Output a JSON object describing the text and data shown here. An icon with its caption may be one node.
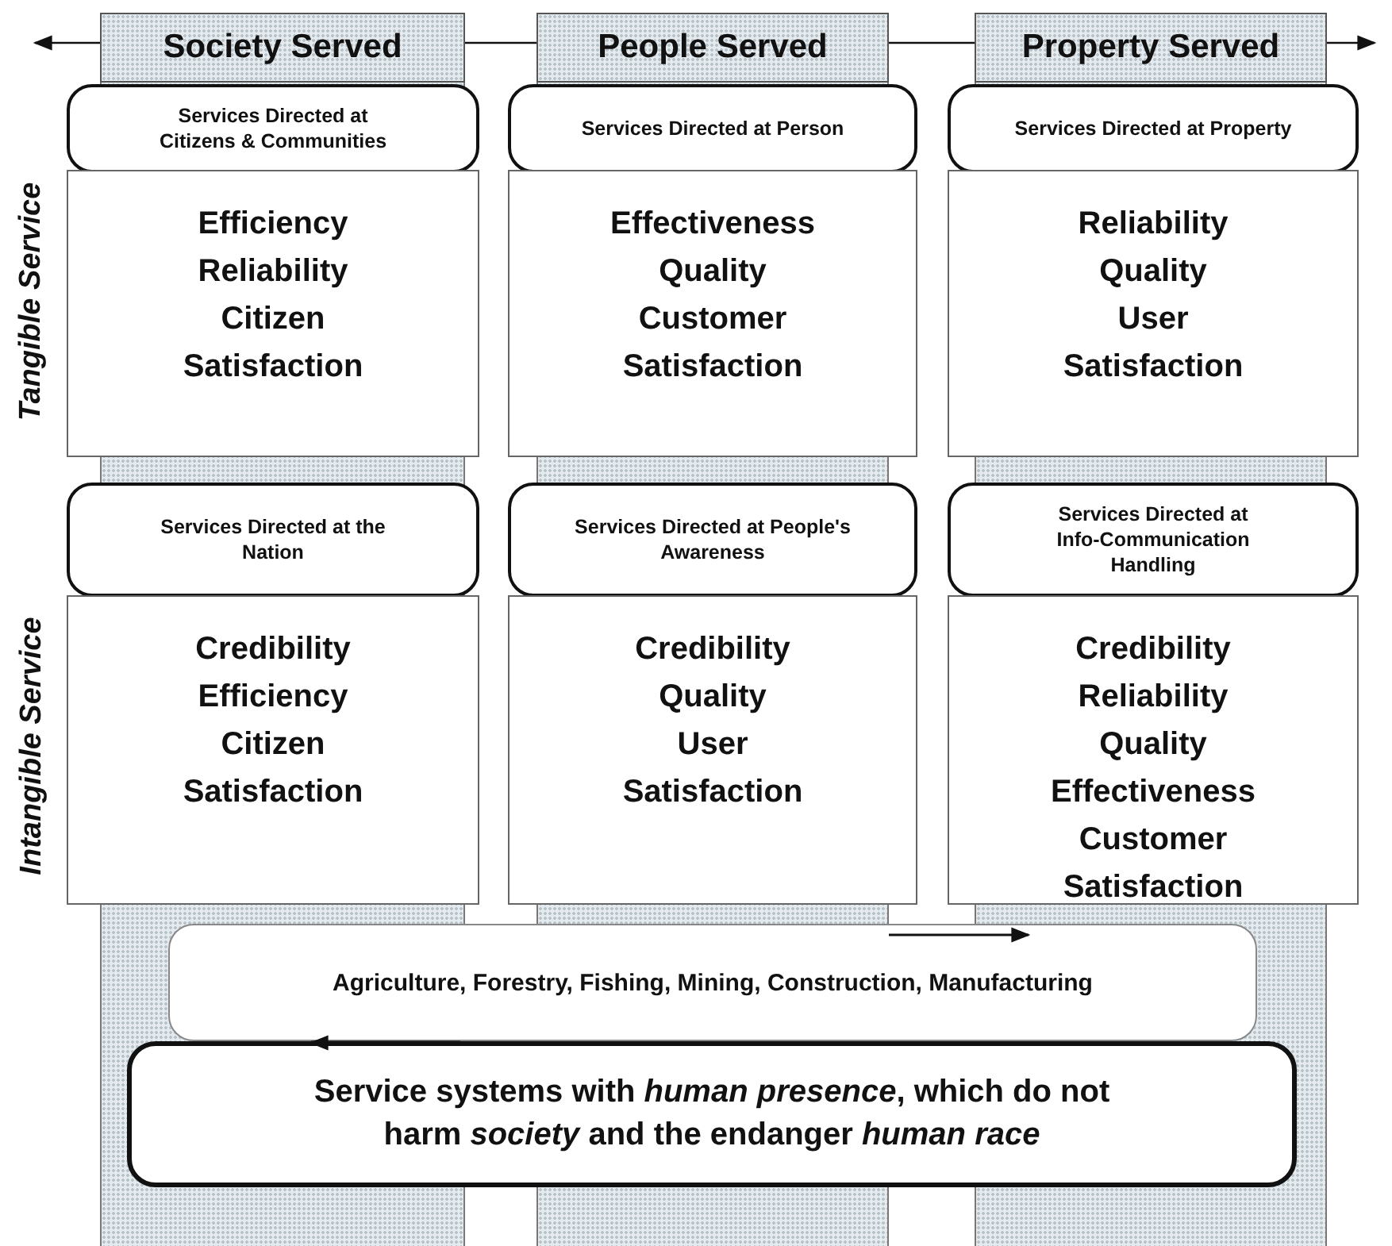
{
  "diagram": {
    "nodes": [
      {
        "text": [
          "Society Served"
        ]
      },
      {
        "text": [
          "People Served"
        ]
      },
      {
        "text": [
          "Property Served"
        ]
      },
      {
        "text": [
          "Services Directed at Citizens & Communities"
        ]
      },
      {
        "text": [
          "Efficiency",
          "Reliability",
          "Citizen",
          "Satisfaction"
        ]
      },
      {
        "text": [
          "Services Directed at Person"
        ]
      },
      {
        "text": [
          "Effectiveness",
          "Quality",
          "Customer",
          "Satisfaction"
        ]
      },
      {
        "text": [
          "Services Directed at Property"
        ]
      },
      {
        "text": [
          "Reliability",
          "Quality",
          "User",
          "Satisfaction"
        ]
      },
      {
        "text": [
          "Services Directed at the Nation"
        ]
      },
      {
        "text": [
          "Credibility",
          "Efficiency",
          "Citizen",
          "Satisfaction"
        ]
      },
      {
        "text": [
          "Services Directed at People's Awareness"
        ]
      },
      {
        "text": [
          "Credibility",
          "Quality",
          "User",
          "Satisfaction"
        ]
      },
      {
        "text": [
          "Services Directed at Info-Communication Handling"
        ]
      },
      {
        "text": [
          "Credibility",
          "Reliability",
          "Quality",
          "Effectiveness",
          "Customer",
          "Satisfaction"
        ]
      },
      {
        "text": [
          "Agriculture, Forestry, Fishing, Mining, Construction, Manufacturing"
        ]
      },
      {
        "text": [
          "Service systems with *human presence*, which do not harm *society* and the endanger *human race*"
        ]
      }
    ],
    "labels": [
      "Tangible Service",
      "Intangible Service"
    ]
  }
}
